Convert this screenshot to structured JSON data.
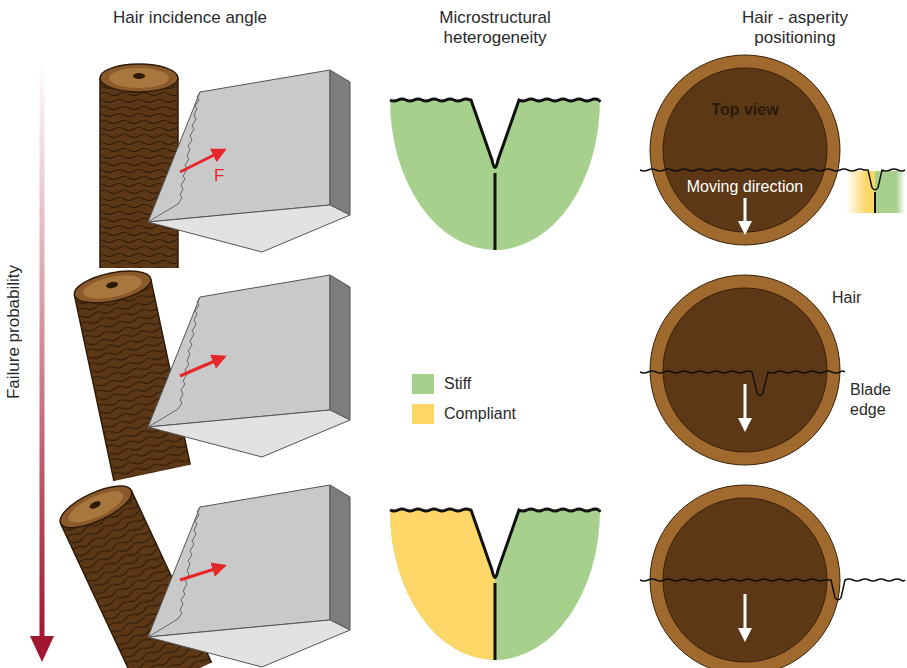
{
  "diagram": {
    "nodes": [
      {
        "text": [
          "Top view",
          "Moving direction"
        ]
      }
    ],
    "labels": [
      "Hair incidence angle",
      "Microstructural heterogeneity",
      "Hair - asperity positioning",
      "F",
      "Failure probability",
      "Hair",
      "Blade edge"
    ],
    "legend": [
      {
        "text": "Stiff",
        "color": "#a8d08d"
      },
      {
        "text": "Compliant",
        "color": "#fcd666"
      }
    ]
  }
}
